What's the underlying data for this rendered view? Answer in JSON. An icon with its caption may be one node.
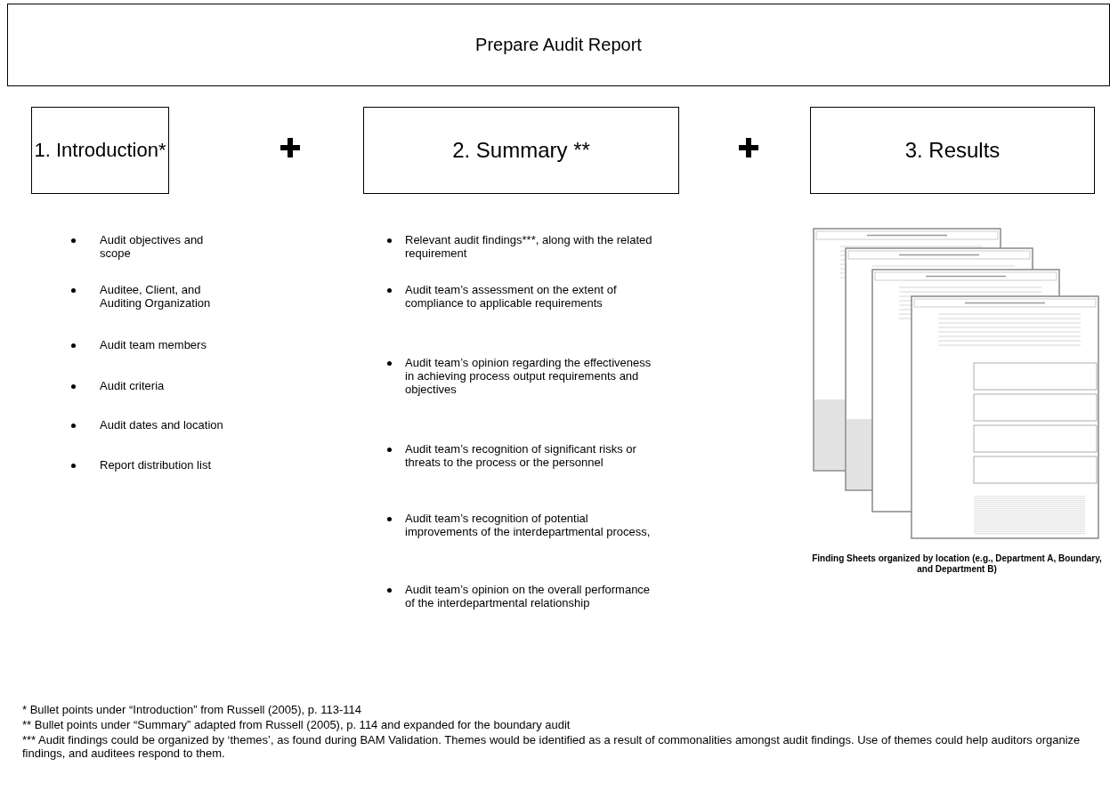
{
  "diagram": {
    "nodes": [
      {
        "text": [
          "Prepare Audit Report"
        ]
      },
      {
        "text": [
          "1. Introduction*"
        ]
      },
      {
        "text": [
          "2. Summary **"
        ]
      },
      {
        "text": [
          "3. Results"
        ]
      }
    ],
    "labels": [
      "Audit objectives and scope",
      "Auditee, Client, and Auditing Organization",
      "Audit team members",
      "Audit criteria",
      "Audit dates and location",
      "Report distribution list",
      "Relevant audit findings***, along with the related requirement",
      "Audit team’s assessment on the extent of compliance to applicable requirements",
      "Audit team’s opinion regarding the effectiveness in achieving process output requirements and objectives",
      "Audit team’s recognition of significant risks or threats to the process or the personnel",
      "Audit team’s recognition of potential improvements of the interdepartmental process,",
      "Audit team’s opinion on the overall performance of the interdepartmental relationship",
      "Finding Sheets organized by location (e.g., Department A, Boundary, and Department B)",
      "* Bullet points under “Introduction” from Russell (2005), p. 113-114",
      "** Bullet points under “Summary” adapted from Russell (2005), p. 114 and expanded for the boundary audit",
      "*** Audit findings could be organized by ‘themes’, as found during BAM Validation. Themes would be identified as a result of commonalities amongst audit findings. Use of themes could help auditors organize findings, and auditees respond to them."
    ]
  }
}
